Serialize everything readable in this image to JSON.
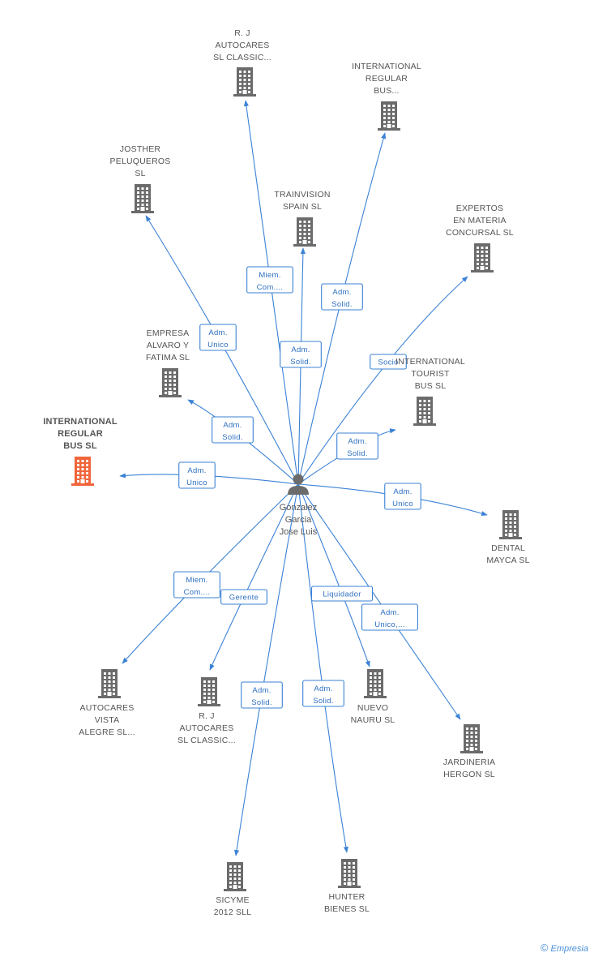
{
  "center": {
    "label_lines": [
      "Gonzalez",
      "Garcia",
      "Jose Luis"
    ],
    "icon": "person-icon"
  },
  "nodes": [
    {
      "id": "rj-top",
      "label_lines": [
        "R. J",
        "AUTOCARES",
        "SL CLASSIC..."
      ],
      "icon": "building-icon",
      "focus": false
    },
    {
      "id": "intl-regular-top",
      "label_lines": [
        "INTERNATIONAL",
        "REGULAR",
        "BUS..."
      ],
      "icon": "building-icon",
      "focus": false
    },
    {
      "id": "josther",
      "label_lines": [
        "JOSTHER",
        "PELUQUEROS",
        "SL"
      ],
      "icon": "building-icon",
      "focus": false
    },
    {
      "id": "trainvision",
      "label_lines": [
        "TRAINVISION",
        "SPAIN SL"
      ],
      "icon": "building-icon",
      "focus": false
    },
    {
      "id": "expertos",
      "label_lines": [
        "EXPERTOS",
        "EN MATERIA",
        "CONCURSAL SL"
      ],
      "icon": "building-icon",
      "focus": false
    },
    {
      "id": "empresa-alvaro",
      "label_lines": [
        "EMPRESA",
        "ALVARO Y",
        "FATIMA SL"
      ],
      "icon": "building-icon",
      "focus": false
    },
    {
      "id": "intl-tourist",
      "label_lines": [
        "INTERNATIONAL",
        "TOURIST",
        "BUS SL"
      ],
      "icon": "building-icon",
      "focus": false
    },
    {
      "id": "intl-regular-focus",
      "label_lines": [
        "INTERNATIONAL",
        "REGULAR",
        "BUS SL"
      ],
      "icon": "building-icon",
      "focus": true
    },
    {
      "id": "dental-mayca",
      "label_lines": [
        "DENTAL",
        "MAYCA SL"
      ],
      "icon": "building-icon",
      "focus": false
    },
    {
      "id": "autocares-vista",
      "label_lines": [
        "AUTOCARES",
        "VISTA",
        "ALEGRE SL..."
      ],
      "icon": "building-icon",
      "focus": false
    },
    {
      "id": "rj-bottom",
      "label_lines": [
        "R. J",
        "AUTOCARES",
        "SL CLASSIC..."
      ],
      "icon": "building-icon",
      "focus": false
    },
    {
      "id": "nuevo-nauru",
      "label_lines": [
        "NUEVO",
        "NAURU SL"
      ],
      "icon": "building-icon",
      "focus": false
    },
    {
      "id": "jardineria",
      "label_lines": [
        "JARDINERIA",
        "HERGON SL"
      ],
      "icon": "building-icon",
      "focus": false
    },
    {
      "id": "sicyme",
      "label_lines": [
        "SICYME",
        "2012 SLL"
      ],
      "icon": "building-icon",
      "focus": false
    },
    {
      "id": "hunter",
      "label_lines": [
        "HUNTER",
        "BIENES SL"
      ],
      "icon": "building-icon",
      "focus": false
    }
  ],
  "edges": [
    {
      "target": "rj-top",
      "label_lines": [
        "Miem.",
        "Com...."
      ]
    },
    {
      "target": "intl-regular-top",
      "label_lines": [
        "Adm.",
        "Solid."
      ]
    },
    {
      "target": "josther",
      "label_lines": [
        "Adm.",
        "Unico"
      ]
    },
    {
      "target": "trainvision",
      "label_lines": [
        "Adm.",
        "Solid."
      ]
    },
    {
      "target": "expertos",
      "label_lines": [
        "Socio"
      ]
    },
    {
      "target": "empresa-alvaro",
      "label_lines": [
        "Adm.",
        "Solid."
      ]
    },
    {
      "target": "intl-tourist",
      "label_lines": [
        "Adm.",
        "Solid."
      ]
    },
    {
      "target": "intl-regular-focus",
      "label_lines": [
        "Adm.",
        "Unico"
      ]
    },
    {
      "target": "dental-mayca",
      "label_lines": [
        "Adm.",
        "Unico"
      ]
    },
    {
      "target": "autocares-vista",
      "label_lines": [
        "Miem.",
        "Com...."
      ]
    },
    {
      "target": "rj-bottom",
      "label_lines": [
        "Gerente"
      ]
    },
    {
      "target": "nuevo-nauru",
      "label_lines": [
        "Liquidador"
      ]
    },
    {
      "target": "jardineria",
      "label_lines": [
        "Adm.",
        "Unico,..."
      ]
    },
    {
      "target": "sicyme",
      "label_lines": [
        "Adm.",
        "Solid."
      ]
    },
    {
      "target": "hunter",
      "label_lines": [
        "Adm.",
        "Solid."
      ]
    }
  ],
  "colors": {
    "edge": "#3b82d6",
    "edge_label_text": "#2d6fc0",
    "building": "#6b6b6b",
    "building_focus": "#f0653a",
    "person": "#6b6b6b"
  },
  "credit": {
    "symbol": "©",
    "brand": "Empresia"
  }
}
